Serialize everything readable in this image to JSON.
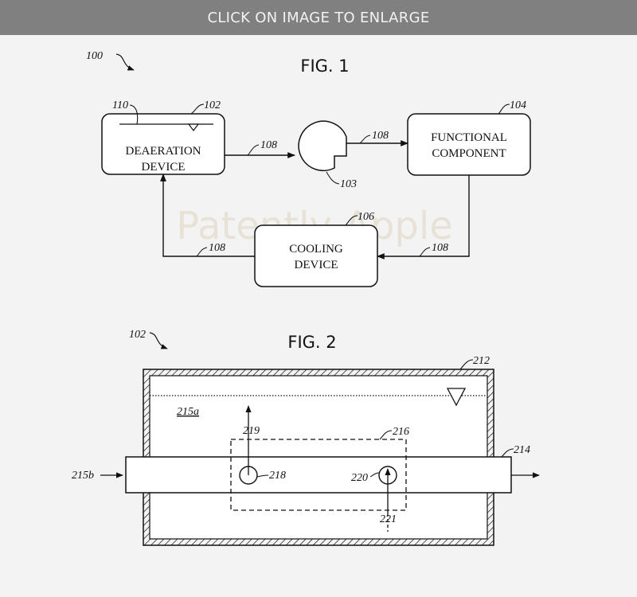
{
  "header": {
    "enlarge_label": "CLICK ON IMAGE TO ENLARGE"
  },
  "watermark": "Patently Apple",
  "fig1": {
    "title": "FIG. 1",
    "ref": "100",
    "deaeration": {
      "ref": "102",
      "inner_ref": "110",
      "line1": "DEAERATION",
      "line2": "DEVICE"
    },
    "pump": {
      "ref": "103"
    },
    "functional": {
      "ref": "104",
      "line1": "FUNCTIONAL",
      "line2": "COMPONENT"
    },
    "cooling": {
      "ref": "106",
      "line1": "COOLING",
      "line2": "DEVICE"
    },
    "flow_ref": "108"
  },
  "fig2": {
    "title": "FIG. 2",
    "ref": "102",
    "tank_ref": "212",
    "pipe_ref": "214",
    "region_a": "215a",
    "inlet_ref": "215b",
    "zone_ref": "216",
    "left_port_ref": "218",
    "left_arrow_ref": "219",
    "right_port_ref": "220",
    "right_arrow_ref": "221"
  }
}
